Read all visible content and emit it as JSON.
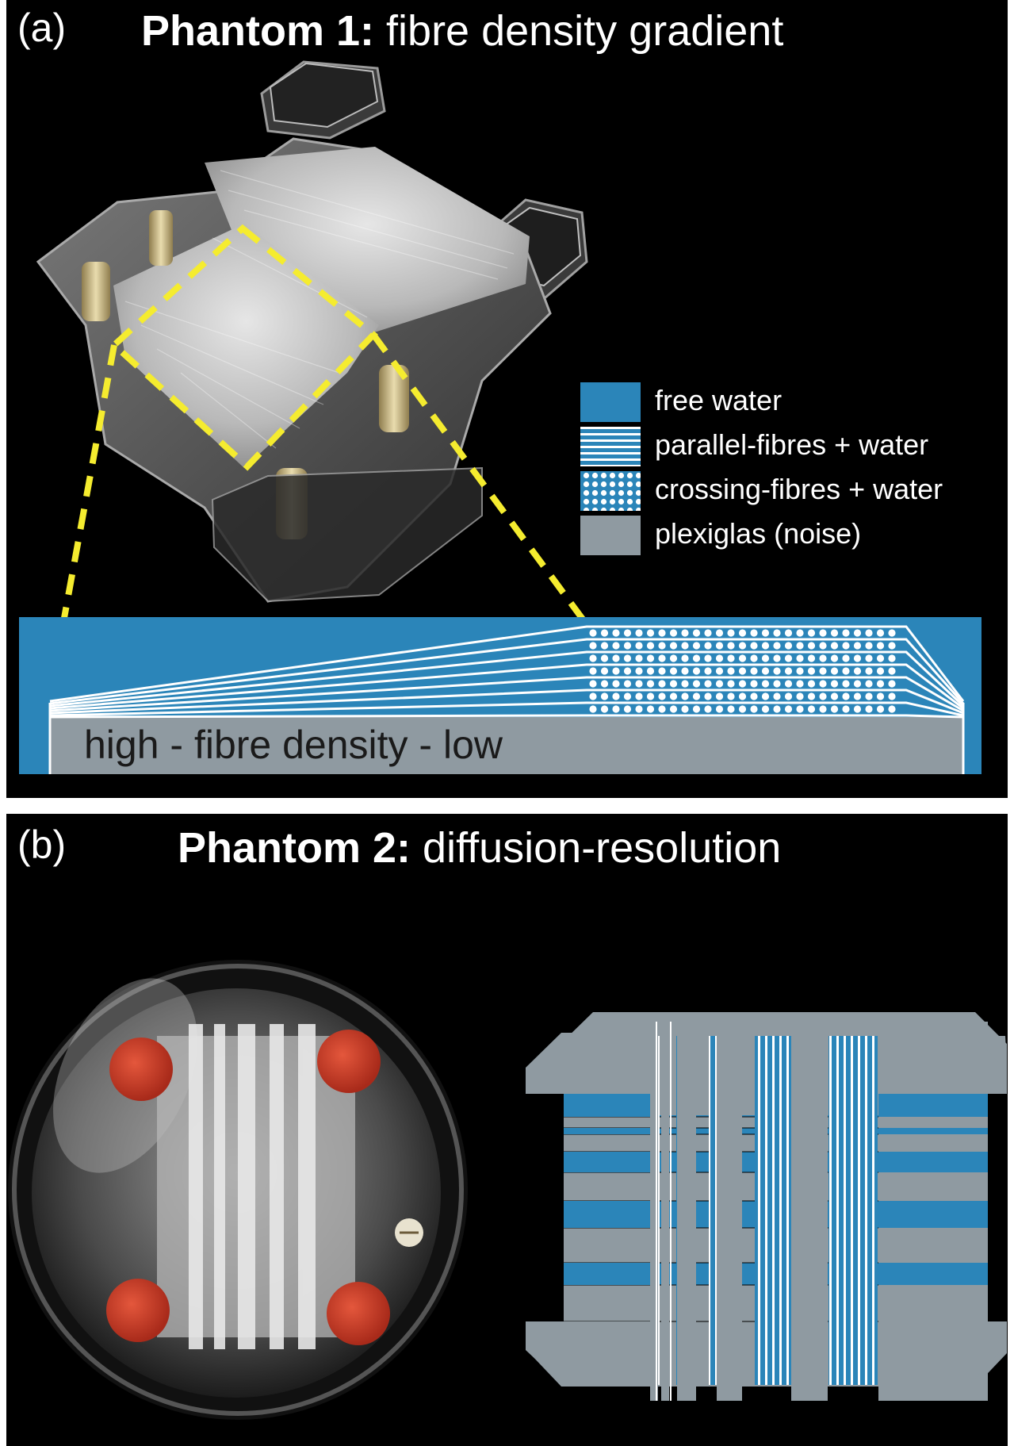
{
  "panel_a": {
    "label": "(a)",
    "title_bold": "Phantom 1:",
    "title_rest": " fibre density gradient",
    "legend": [
      {
        "key": "free-water",
        "text": "free water"
      },
      {
        "key": "parallel-fibres",
        "text": "parallel-fibres + water"
      },
      {
        "key": "crossing-fibres",
        "text": "crossing-fibres + water"
      },
      {
        "key": "plexiglas",
        "text": "plexiglas (noise)"
      }
    ],
    "gradient_label": "high - fibre density - low"
  },
  "panel_b": {
    "label": "(b)",
    "title_bold": "Phantom 2:",
    "title_rest": " diffusion-resolution"
  },
  "colors": {
    "background": "#000000",
    "water": "#2b85b9",
    "plexiglas": "#8f9aa1",
    "highlight": "#f5ec2f",
    "fibre": "#ffffff"
  }
}
